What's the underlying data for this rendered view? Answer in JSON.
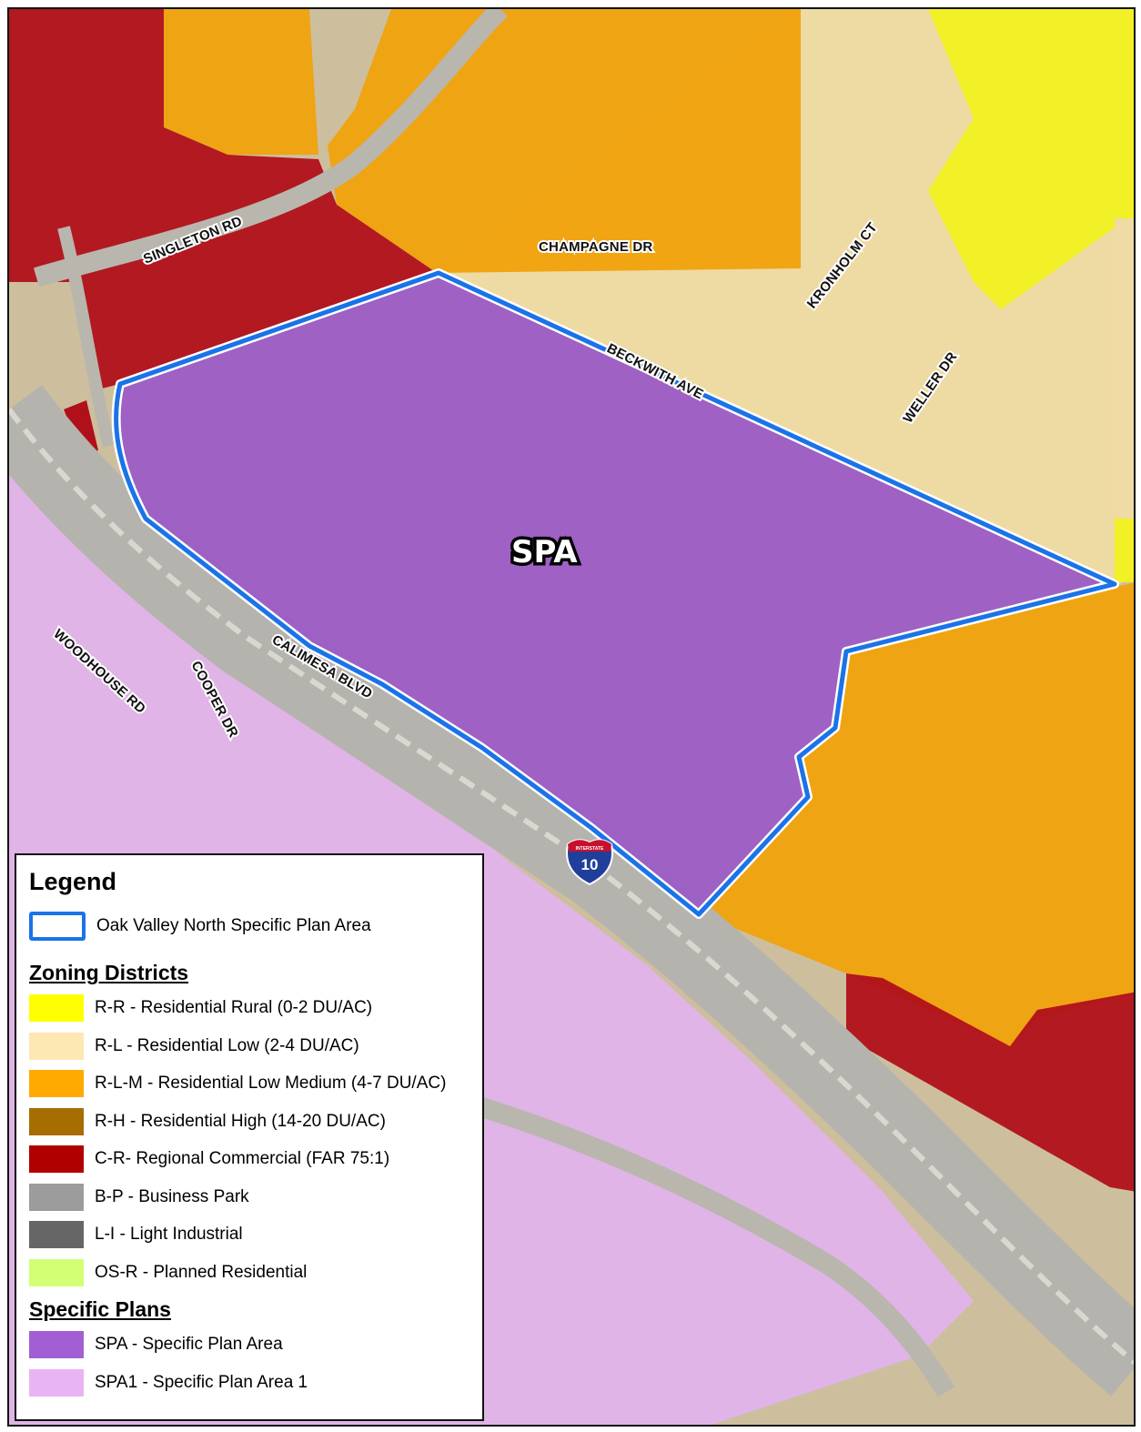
{
  "map": {
    "center_label": "SPA",
    "interstate_shield": {
      "top": "INTERSTATE",
      "number": "10"
    },
    "roads": {
      "singleton": "SINGLETON RD",
      "champagne": "CHAMPAGNE DR",
      "kronholm": "KRONHOLM CT",
      "beckwith": "BECKWITH AVE",
      "weller": "WELLER DR",
      "calimesa": "CALIMESA BLVD",
      "woodhouse": "WOODHOUSE RD",
      "cooper": "COOPER DR"
    },
    "colors": {
      "boundary": "#1a73e8",
      "spa": "#9b59c7",
      "spa1": "#e2b3ee",
      "residential_rural": "#f2f21c",
      "residential_low": "#efdba3",
      "residential_low_medium": "#f0a20c",
      "regional_commercial": "#b0101a",
      "highway": "#b9b9b4"
    }
  },
  "legend": {
    "title": "Legend",
    "boundary_item": {
      "label": "Oak Valley North Specific Plan Area",
      "color": "#1a73e8"
    },
    "zoning_heading": "Zoning Districts",
    "zoning_items": [
      {
        "label": "R-R - Residential Rural (0-2 DU/AC)",
        "color": "#ffff00"
      },
      {
        "label": "R-L - Residential Low (2-4 DU/AC)",
        "color": "#fde7b3"
      },
      {
        "label": "R-L-M - Residential Low Medium (4-7 DU/AC)",
        "color": "#ffaa00"
      },
      {
        "label": "R-H - Residential High (14-20 DU/AC)",
        "color": "#a66d00"
      },
      {
        "label": "C-R- Regional Commercial (FAR 75:1)",
        "color": "#b00000"
      },
      {
        "label": "B-P - Business Park",
        "color": "#9c9c9c"
      },
      {
        "label": "L-I - Light Industrial",
        "color": "#666666"
      },
      {
        "label": "OS-R - Planned Residential",
        "color": "#d2ff73"
      }
    ],
    "specific_heading": "Specific Plans",
    "specific_items": [
      {
        "label": "SPA - Specific Plan Area",
        "color": "#a25fd4"
      },
      {
        "label": "SPA1 - Specific Plan Area 1",
        "color": "#e8b5f2"
      }
    ]
  }
}
